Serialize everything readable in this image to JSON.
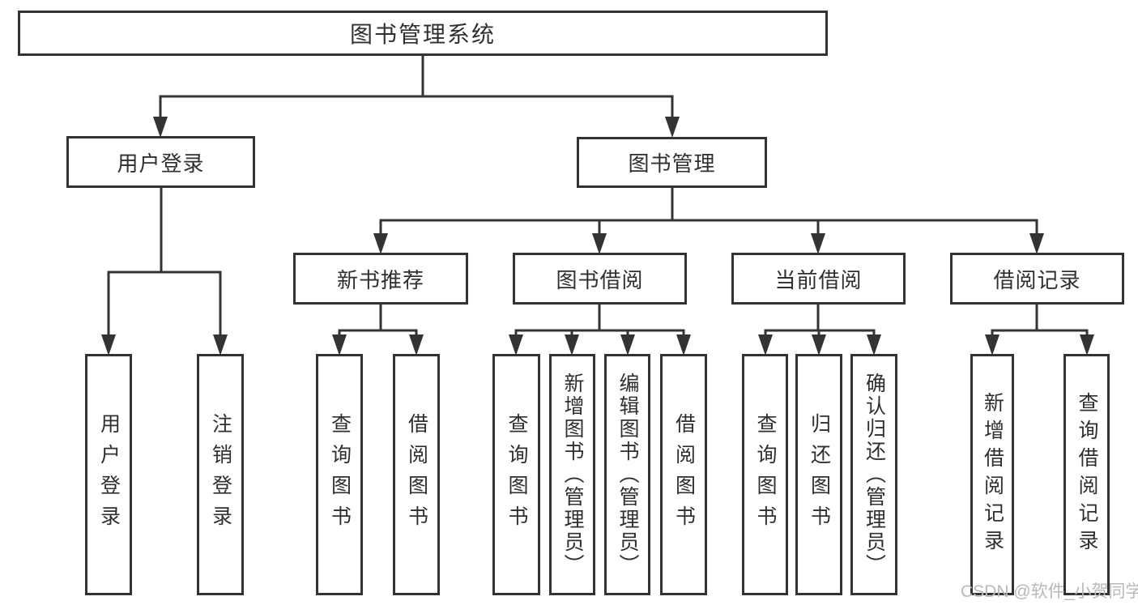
{
  "diagram": {
    "root": "图书管理系统",
    "level2": {
      "user_login": "用户登录",
      "book_mgmt": "图书管理"
    },
    "level3": {
      "new_books": "新书推荐",
      "book_borrow": "图书借阅",
      "current_borrow": "当前借阅",
      "borrow_records": "借阅记录"
    },
    "leaves": {
      "user_login": [
        "用户登录",
        "注销登录"
      ],
      "new_books": [
        "查询图书",
        "借阅图书"
      ],
      "book_borrow": [
        "查询图书",
        "新增图书（管理员）",
        "编辑图书（管理员）",
        "借阅图书"
      ],
      "current_borrow": [
        "查询图书",
        "归还图书",
        "确认归还（管理员）"
      ],
      "borrow_records": [
        "新增借阅记录",
        "查询借阅记录"
      ]
    },
    "colors": {
      "line": "#333333",
      "text": "#2f2f2f",
      "background": "#ffffff",
      "watermark": "#b9b9b9"
    },
    "watermark": "CSDN @软件_小贺同学"
  }
}
